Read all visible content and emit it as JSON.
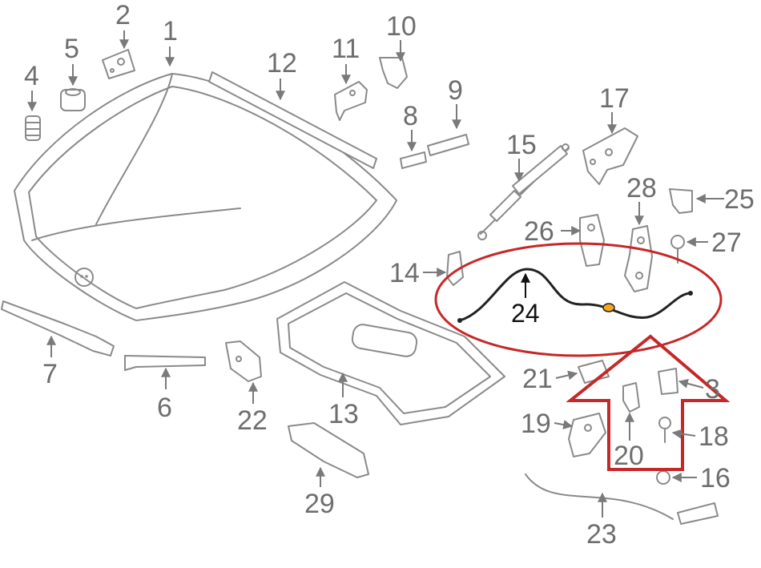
{
  "diagram": {
    "callouts": [
      {
        "id": "1",
        "label": "1"
      },
      {
        "id": "2",
        "label": "2"
      },
      {
        "id": "3",
        "label": "3"
      },
      {
        "id": "4",
        "label": "4"
      },
      {
        "id": "5",
        "label": "5"
      },
      {
        "id": "6",
        "label": "6"
      },
      {
        "id": "7",
        "label": "7"
      },
      {
        "id": "8",
        "label": "8"
      },
      {
        "id": "9",
        "label": "9"
      },
      {
        "id": "10",
        "label": "10"
      },
      {
        "id": "11",
        "label": "11"
      },
      {
        "id": "12",
        "label": "12"
      },
      {
        "id": "13",
        "label": "13"
      },
      {
        "id": "14",
        "label": "14"
      },
      {
        "id": "15",
        "label": "15"
      },
      {
        "id": "16",
        "label": "16"
      },
      {
        "id": "17",
        "label": "17"
      },
      {
        "id": "18",
        "label": "18"
      },
      {
        "id": "19",
        "label": "19"
      },
      {
        "id": "20",
        "label": "20"
      },
      {
        "id": "21",
        "label": "21"
      },
      {
        "id": "22",
        "label": "22"
      },
      {
        "id": "23",
        "label": "23"
      },
      {
        "id": "24",
        "label": "24"
      },
      {
        "id": "25",
        "label": "25"
      },
      {
        "id": "26",
        "label": "26"
      },
      {
        "id": "27",
        "label": "27"
      },
      {
        "id": "28",
        "label": "28"
      },
      {
        "id": "29",
        "label": "29"
      }
    ],
    "highlight": {
      "part": "24",
      "ring_color": "#c62828",
      "arrow_color": "#c62828",
      "cable_color": "#222222",
      "clip_color": "#f5a623"
    },
    "line_color": "#8a8a8a",
    "label_color": "#6e6e6e"
  }
}
